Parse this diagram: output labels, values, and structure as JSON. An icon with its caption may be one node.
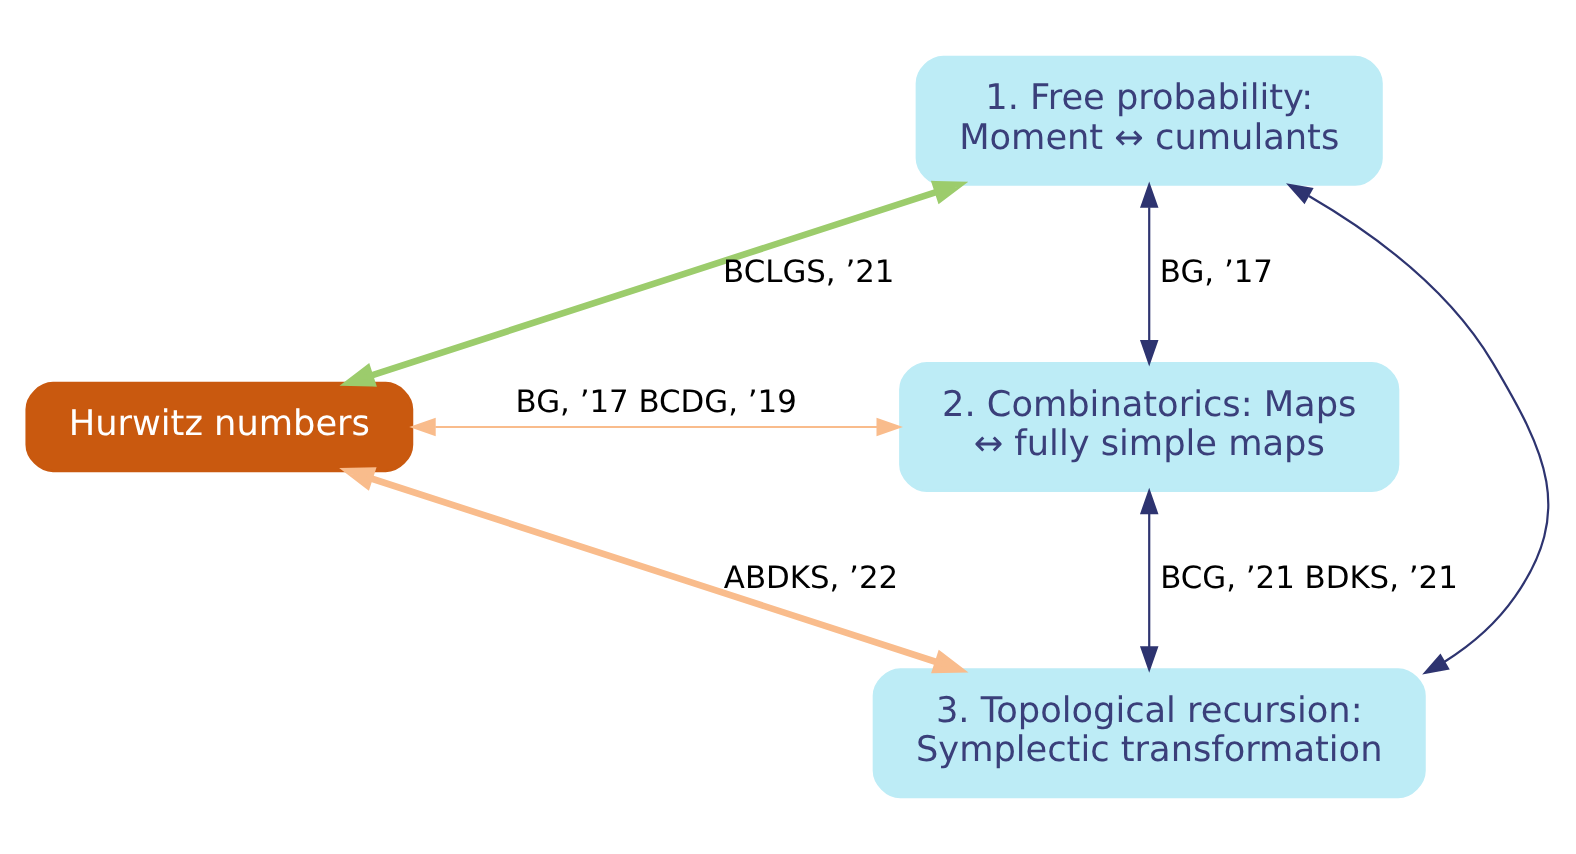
{
  "diagram": {
    "nodes": [
      {
        "text": [
          "1. Free probability: Moment ↔ cumulants"
        ]
      },
      {
        "text": [
          "Hurwitz numbers"
        ]
      },
      {
        "text": [
          "2. Combinatorics: Maps ↔ fully simple maps"
        ]
      },
      {
        "text": [
          "3. Topological recursion: Symplectic transformation"
        ]
      }
    ],
    "edges": [
      {
        "from": 0,
        "to": 2,
        "arrow": "both",
        "label": "BG, ’17"
      },
      {
        "from": 0,
        "to": 1,
        "arrow": "both",
        "label": "BCLGS, ’21",
        "style": "thick",
        "color": "#9ccc6c"
      },
      {
        "from": 1,
        "to": 2,
        "arrow": "both",
        "label": "BG, ’17 BCDG, ’19",
        "color": "#f9bc8c"
      },
      {
        "from": 0,
        "to": 3,
        "arrow": "both"
      },
      {
        "from": 1,
        "to": 3,
        "arrow": "both",
        "label": "ABDKS, ’22",
        "style": "thick",
        "color": "#f9bc8c"
      },
      {
        "from": 3,
        "to": 2,
        "arrow": "both",
        "label": "BCG, ’21 BDKS, ’21"
      }
    ]
  }
}
